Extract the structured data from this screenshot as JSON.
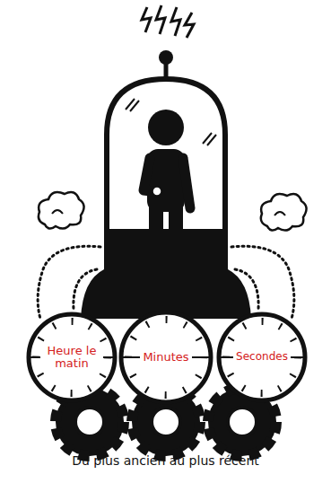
{
  "diagram": {
    "caption": "Du plus ancien au plus récent",
    "nodes": [
      {
        "text": [
          "Heure le matin"
        ]
      },
      {
        "text": [
          "Minutes"
        ]
      },
      {
        "text": [
          "Secondes"
        ]
      }
    ]
  }
}
